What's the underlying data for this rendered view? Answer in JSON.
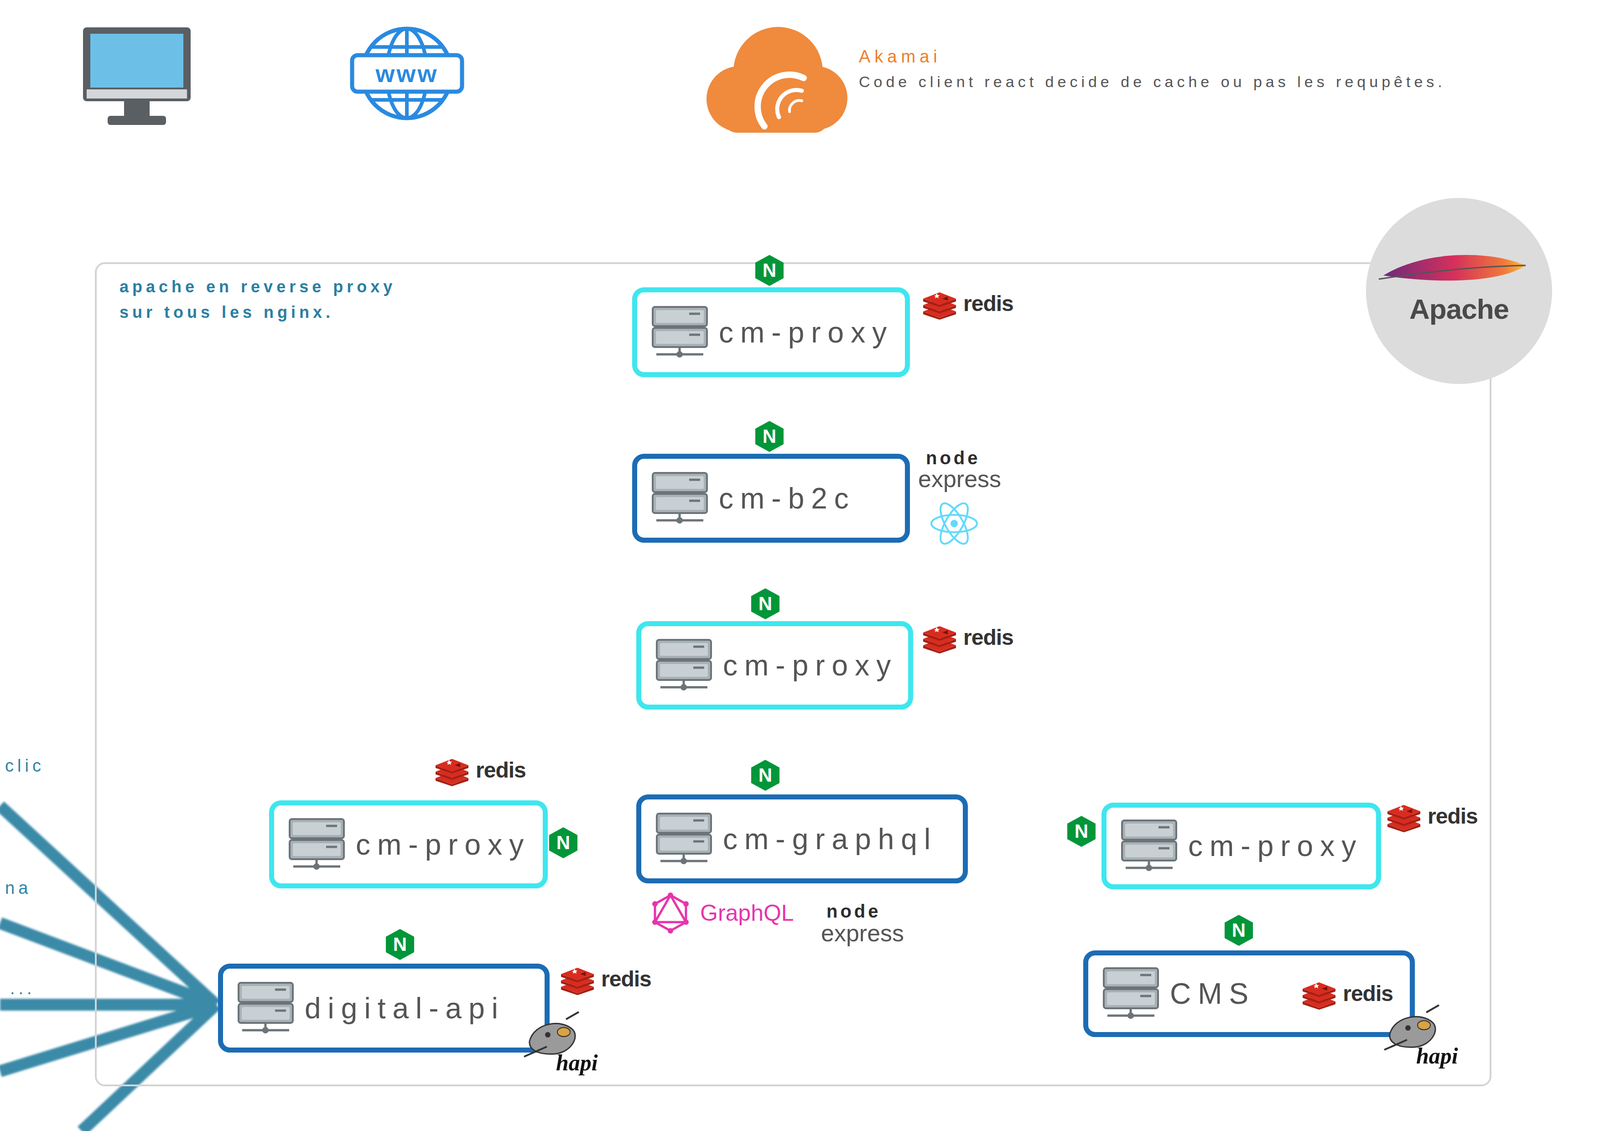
{
  "diagram": {
    "nodes": [
      {
        "text": [
          "www"
        ]
      },
      {
        "text": [
          "Akamai",
          "Code client react decide de cache ou pas les requpêtes."
        ]
      },
      {
        "text": [
          "Apache"
        ]
      },
      {
        "text": [
          "apache en reverse proxy sur tous les nginx."
        ]
      },
      {
        "text": [
          "cm-proxy"
        ],
        "in": 3
      },
      {
        "text": [
          "cm-b2c"
        ],
        "in": 3
      },
      {
        "text": [
          "cm-proxy"
        ],
        "in": 3
      },
      {
        "text": [
          "cm-proxy"
        ],
        "in": 3
      },
      {
        "text": [
          "cm-graphql"
        ],
        "in": 3
      },
      {
        "text": [
          "cm-proxy"
        ],
        "in": 3
      },
      {
        "text": [
          "digital-api"
        ],
        "in": 3
      },
      {
        "text": [
          "CMS",
          "redis"
        ],
        "in": 3
      }
    ],
    "edges": [
      {
        "from": 0,
        "to": 1,
        "arrow": "none"
      },
      {
        "from": 1,
        "to": 4,
        "arrow": "none"
      },
      {
        "from": 4,
        "to": 5,
        "arrow": "none"
      },
      {
        "from": 5,
        "to": 6,
        "arrow": "none"
      },
      {
        "from": 6,
        "to": 8,
        "arrow": "none"
      },
      {
        "from": 8,
        "to": 7,
        "arrow": "none"
      },
      {
        "from": 8,
        "to": 9,
        "arrow": "none"
      },
      {
        "from": 7,
        "to": 10,
        "arrow": "none"
      },
      {
        "from": 9,
        "to": 11,
        "arrow": "none"
      }
    ],
    "labels": [
      "redis",
      "N",
      "N",
      "node",
      "express",
      "N",
      "redis",
      "N",
      "redis",
      "clic",
      "N",
      "N",
      "redis",
      "na",
      "GraphQL",
      "node",
      "express",
      "N",
      "N",
      "redis",
      "...",
      "hapi",
      "hapi"
    ]
  }
}
